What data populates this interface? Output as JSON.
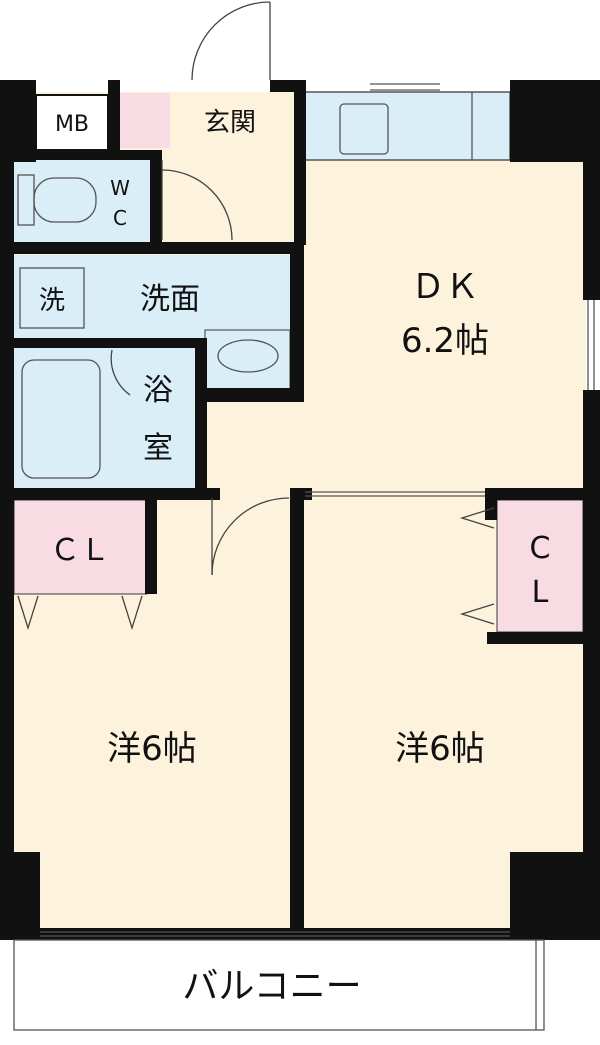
{
  "rooms": {
    "mb": "MB",
    "entrance": "玄関",
    "wc_top": "W",
    "wc_bottom": "C",
    "washroom_mark": "洗",
    "washroom": "洗面",
    "bath_top": "浴",
    "bath_bottom": "室",
    "dk_name": "ＤＫ",
    "dk_size": "6.2帖",
    "cl_left": "ＣＬ",
    "cl_right_top": "C",
    "cl_right_bottom": "L",
    "western_left": "洋6帖",
    "western_right": "洋6帖",
    "balcony": "バルコニー"
  },
  "colors": {
    "wall": "#111111",
    "floor": "#fdf3dc",
    "wet_area": "#d9eef7",
    "closet": "#f9dbe3",
    "balcony": "#ffffff",
    "line": "#555555"
  }
}
